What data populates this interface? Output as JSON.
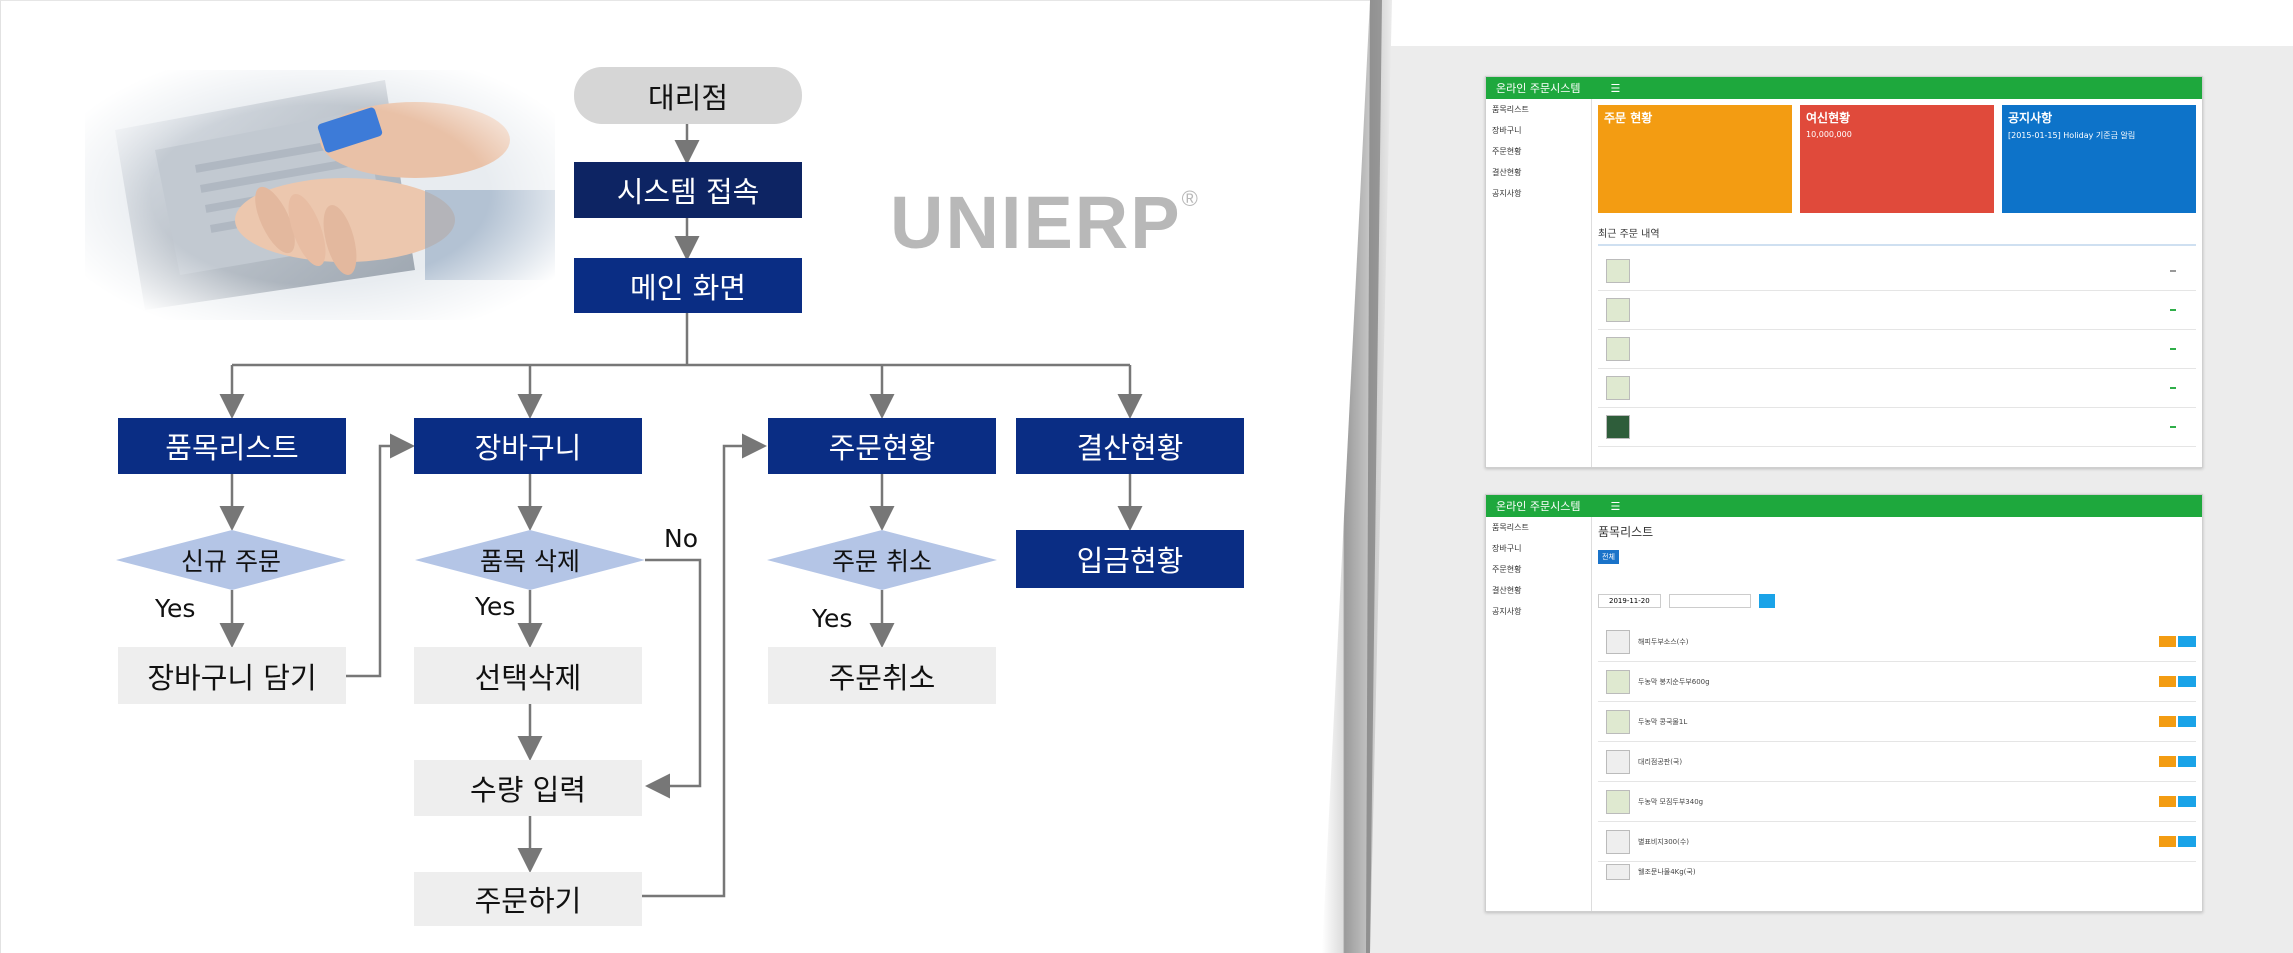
{
  "logo": {
    "text": "UNIERP",
    "mark": "®"
  },
  "flow": {
    "agency": "대리점",
    "system_access": "시스템 접속",
    "main_screen": "메인 화면",
    "item_list": "품목리스트",
    "cart": "장바구니",
    "order_status": "주문현황",
    "settlement_status": "결산현황",
    "new_order": "신규 주문",
    "item_delete": "품목 삭제",
    "order_cancel_q": "주문 취소",
    "deposit_status": "입금현황",
    "add_to_cart": "장바구니 담기",
    "selected_delete": "선택삭제",
    "qty_input": "수량 입력",
    "place_order": "주문하기",
    "cancel_order": "주문취소",
    "yes": "Yes",
    "no": "No"
  },
  "shot1": {
    "app_title": "온라인 주문시스템",
    "menu": [
      "품목리스트",
      "장바구니",
      "주문현황",
      "결산현황",
      "공지사항"
    ],
    "tile_order": "주문 현황",
    "tile_credit": "여신현황",
    "tile_notice": "공지사항",
    "credit_amount": "10,000,000",
    "notice_text": "[2015-01-15] Holiday 기준금 알림",
    "recent_title": "최근 주문 내역"
  },
  "shot2": {
    "app_title": "온라인 주문시스템",
    "page_title": "품목리스트",
    "filter_all": "전체",
    "date_value": "2019-11-20",
    "items": [
      "해피두부소스(수)",
      "두농막 봉지순두부600g",
      "두농막 콩국물1L",
      "대리점공판(국)",
      "두농막 모짐두부340g",
      "별표비지300(수)",
      "웰조문나물4Kg(국)"
    ]
  },
  "colors": {
    "navy": "#0a2d84",
    "diamond": "#b4c5e6",
    "green": "#1ea83d",
    "orange": "#f39c12",
    "red": "#e04a3b",
    "blue": "#0d73c9"
  }
}
